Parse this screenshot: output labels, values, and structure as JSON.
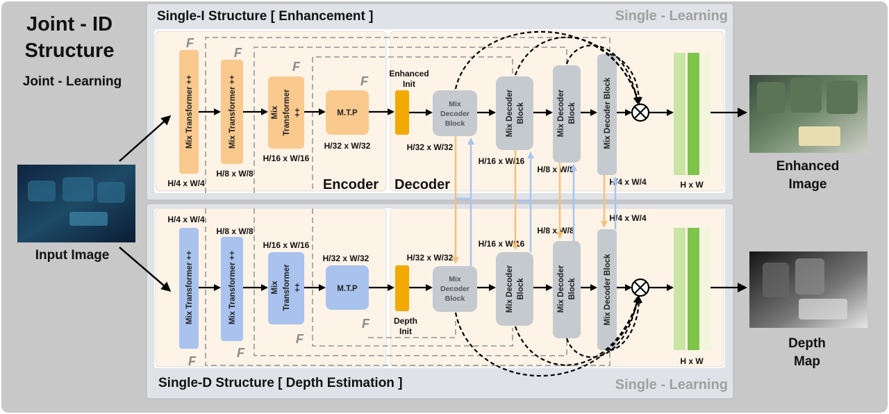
{
  "title_line1": "Joint - ID",
  "title_line2": "Structure",
  "joint_learning": "Joint - Learning",
  "top_panel": {
    "heading": "Single-I Structure [ Enhancement ]",
    "learning": "Single - Learning",
    "encoder": "Encoder",
    "decoder": "Decoder",
    "init": [
      "Enhanced",
      "Init"
    ]
  },
  "bottom_panel": {
    "heading": "Single-D Structure  [ Depth Estimation ]",
    "learning": "Single - Learning",
    "init": [
      "Depth",
      "Init"
    ]
  },
  "blocks": {
    "mix_transformer_pp": "Mix Transformer ++",
    "mix": "Mix",
    "transformer": "Transformer",
    "pp": "++",
    "mtp": "M.T.P",
    "mix_decoder_block": "Mix Decoder Block",
    "mdb_lines": [
      "Mix",
      "Decoder",
      "Block"
    ],
    "mdb_two": [
      "Mix Decoder",
      "Block"
    ]
  },
  "dims": {
    "d4": "H/4 x W/4",
    "d8": "H/8 x W/8",
    "d16": "H/16 x W/16",
    "d32": "H/32 x W/32",
    "full": "H x W"
  },
  "f_label": "F",
  "input_label": "Input Image",
  "enhanced_label": [
    "Enhanced",
    "Image"
  ],
  "depth_label": [
    "Depth",
    "Map"
  ],
  "colors": {
    "outer_bg": "#c8c8c8",
    "panel_bg": "#dfe2e6",
    "encoder_bg": "#fdf3e7",
    "orange_block": "#f9c98e",
    "blue_block": "#a9c3ee",
    "gray_block": "#c5cacf",
    "init_block": "#f2a900",
    "orange_arrow": "#f7c07a",
    "blue_arrow": "#a9c4f0"
  }
}
